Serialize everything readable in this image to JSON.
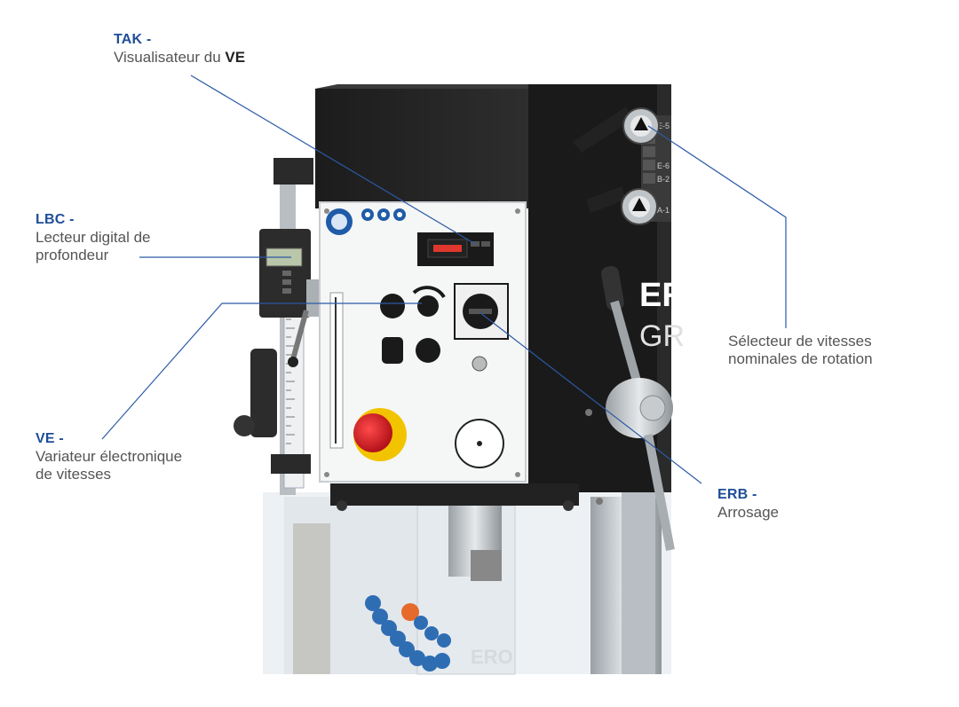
{
  "callouts": {
    "tak": {
      "code": "TAK -",
      "desc_prefix": "Visualisateur du ",
      "desc_bold": "VE"
    },
    "lbc": {
      "code": "LBC -",
      "desc": "Lecteur digital de\nprofondeur"
    },
    "ve": {
      "code": "VE -",
      "desc": "Variateur électronique\nde vitesses"
    },
    "erb": {
      "code": "ERB -",
      "desc": "Arrosage"
    },
    "sel": {
      "desc": "Sélecteur de vitesses\nnominales de rotation"
    }
  },
  "machine": {
    "brand_partial_1": "ER",
    "brand_partial_2": "GR",
    "speed_table": [
      "E-5",
      "E-6",
      "B-2",
      "A-1"
    ]
  },
  "colors": {
    "label_code": "#1f4e99",
    "leader_line": "#2b5aa6",
    "emergency_red": "#d81f26",
    "emergency_yellow": "#f2c400"
  },
  "icons": [
    "safety-glasses-icon",
    "hearing-protection-icon",
    "gloves-prohibited-icon",
    "emergency-stop-icon"
  ]
}
